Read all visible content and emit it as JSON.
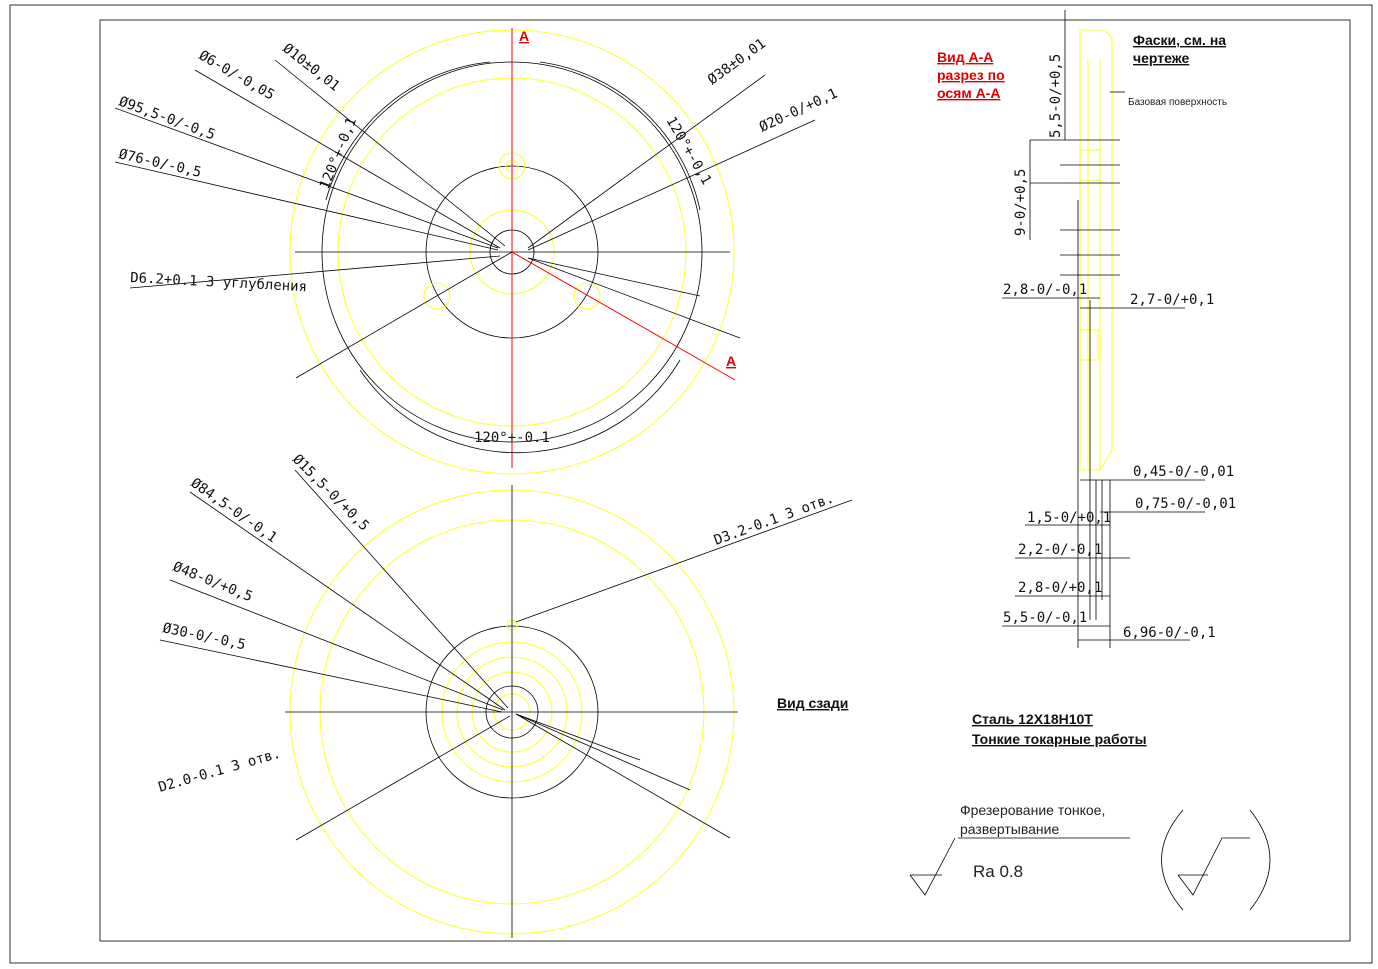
{
  "front_view": {
    "section_marks": [
      "A",
      "A"
    ],
    "dims": {
      "d6": "Ø6-0/-0,05",
      "d10": "Ø10±0,01",
      "d38": "Ø38±0,01",
      "d20": "Ø20-0/+0,1",
      "d95": "Ø95,5-0/-0,5",
      "d76": "Ø76-0/-0,5",
      "ang_left": "120°+-0,1",
      "ang_right": "120°+-0,1",
      "ang_bottom": "120°+-0.1",
      "d6_2": "D6.2+0.1 3 углубления"
    }
  },
  "rear_view": {
    "title": "Вид сзади",
    "dims": {
      "d15": "Ø15,5-0/+0,5",
      "d84": "Ø84,5-0/-0,1",
      "d48": "Ø48-0/+0,5",
      "d30": "Ø30-0/-0,5",
      "d3_2": "D3.2-0.1 3 отв.",
      "d2_0": "D2.0-0.1 3 отв."
    }
  },
  "section": {
    "title_lines": [
      "Вид А-А",
      "разрез по",
      "осям А-А"
    ],
    "chamfer_lines": [
      "Фаски, см. на",
      "чертеже"
    ],
    "base_surface": "Базовая поверхность",
    "dims": {
      "v55": "5,5-0/+0,5",
      "v9": "9-0/+0,5",
      "h28a": "2,8-0/-0,1",
      "h27": "2,7-0/+0,1",
      "h045": "0,45-0/-0,01",
      "h075": "0,75-0/-0,01",
      "h15": "1,5-0/+0,1",
      "h22": "2,2-0/-0,1",
      "h28b": "2,8-0/+0,1",
      "h55": "5,5-0/-0,1",
      "h696": "6,96-0/-0,1"
    }
  },
  "material": {
    "line1": "Сталь 12Х18Н10Т",
    "line2": "Тонкие токарные работы"
  },
  "surface": {
    "note_lines": [
      "Фрезерование тонкое,",
      "развертывание"
    ],
    "roughness": "Ra 0.8"
  }
}
